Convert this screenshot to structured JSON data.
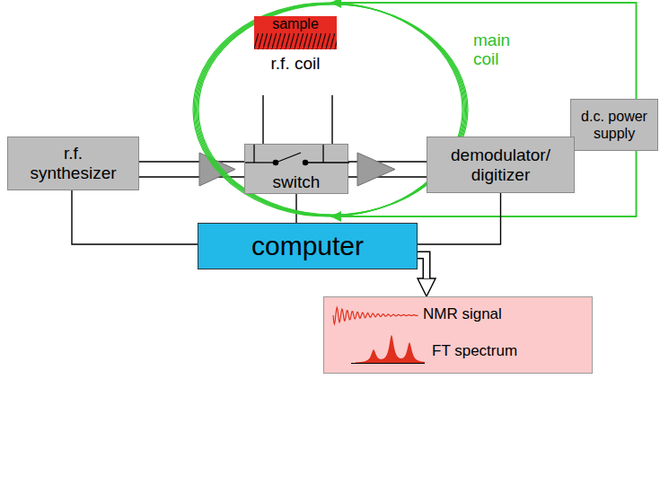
{
  "diagram": {
    "nodes": [
      {
        "text": [
          "main coil"
        ]
      },
      {
        "text": [
          "sample",
          "r.f. coil"
        ],
        "in": 0
      },
      {
        "text": [
          "d.c. power supply"
        ]
      },
      {
        "text": [
          "r.f. synthesizer"
        ]
      },
      {
        "text": [
          "switch"
        ]
      },
      {
        "text": [
          "demodulator/ digitizer"
        ]
      },
      {
        "text": [
          "computer"
        ]
      },
      {
        "text": [
          "NMR signal",
          "FT spectrum"
        ]
      }
    ],
    "edges": [
      {
        "from": 2,
        "to": 0,
        "arrow": "to"
      },
      {
        "from": 2,
        "to": 0,
        "arrow": "to"
      },
      {
        "from": 1,
        "to": 4,
        "arrow": "none"
      },
      {
        "from": 3,
        "to": 4,
        "arrow": "none"
      },
      {
        "from": 4,
        "to": 5,
        "arrow": "none"
      },
      {
        "from": 3,
        "to": 6,
        "arrow": "none"
      },
      {
        "from": 4,
        "to": 6,
        "arrow": "none"
      },
      {
        "from": 5,
        "to": 6,
        "arrow": "none"
      },
      {
        "from": 6,
        "to": 7,
        "arrow": "to"
      }
    ]
  }
}
